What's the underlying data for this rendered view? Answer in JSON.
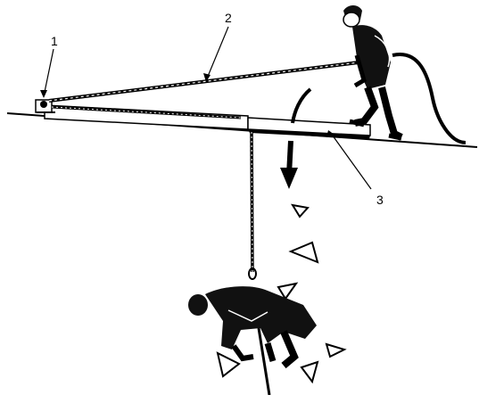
{
  "callouts": {
    "anchor": "1",
    "lifeline": "2",
    "board": "3"
  },
  "colors": {
    "ink": "#000000",
    "paper": "#ffffff",
    "fill_dark": "#111111",
    "fill_mid": "#444444"
  }
}
